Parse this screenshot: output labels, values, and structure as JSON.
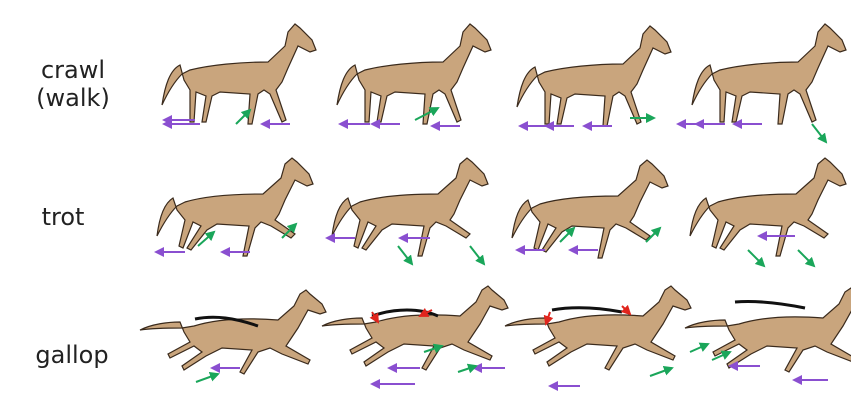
{
  "rows": [
    {
      "label": "crawl\n(walk)"
    },
    {
      "label": "trot"
    },
    {
      "label": "gallop"
    }
  ],
  "colors": {
    "horse_fill": "#c9a57d",
    "horse_outline": "#3a2a1c",
    "arrow_backward": "#8a4fd0",
    "arrow_leg_motion": "#1aa65a",
    "arrow_spine": "#e0251d",
    "spine": "#111111"
  }
}
